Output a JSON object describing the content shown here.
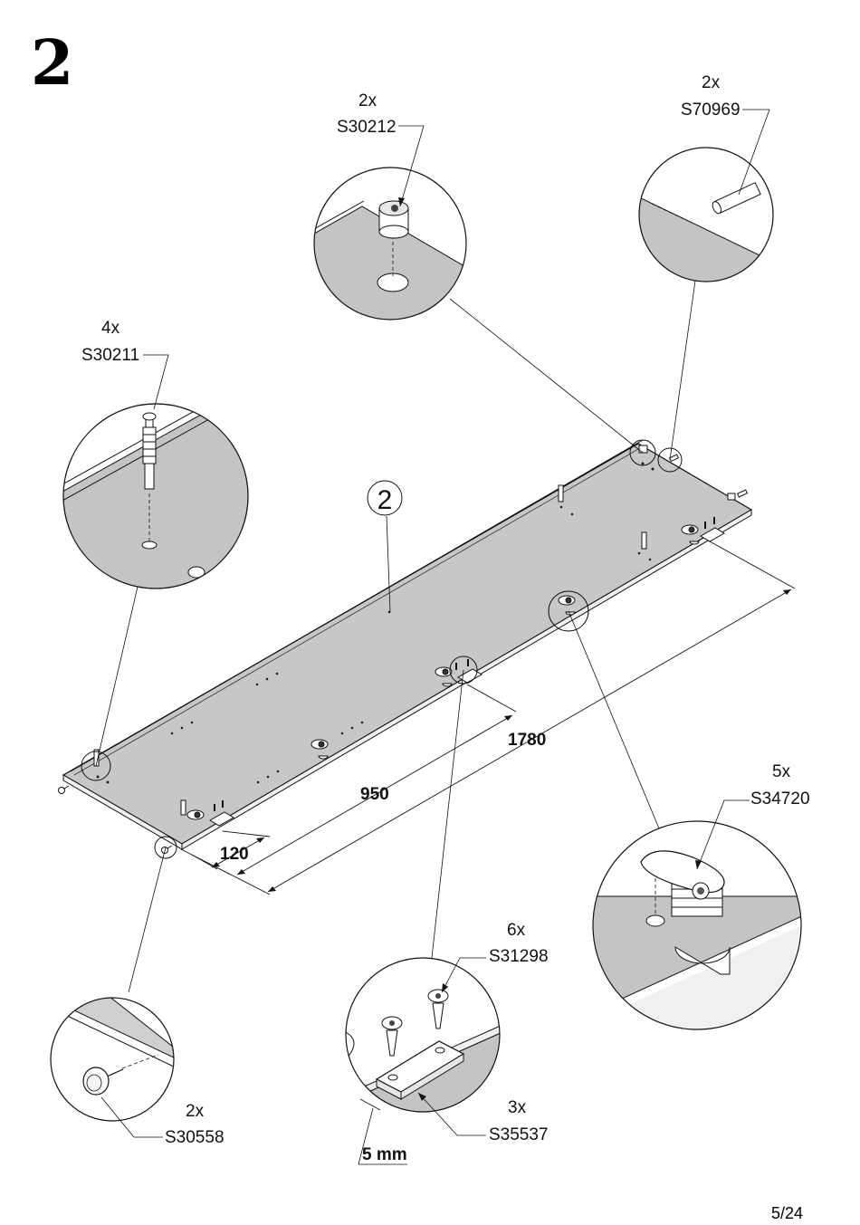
{
  "step": {
    "number": "2"
  },
  "page": {
    "number": "5/24"
  },
  "panel": {
    "label": "2"
  },
  "callouts": [
    {
      "qty": "2x",
      "code": "S30212",
      "part": "cam-lock-housing"
    },
    {
      "qty": "2x",
      "code": "S70969",
      "part": "wooden-dowel"
    },
    {
      "qty": "4x",
      "code": "S30211",
      "part": "cam-bolt"
    },
    {
      "qty": "5x",
      "code": "S34720",
      "part": "shelf-support-cam"
    },
    {
      "qty": "6x",
      "code": "S31298",
      "part": "wood-screw"
    },
    {
      "qty": "3x",
      "code": "S35537",
      "part": "connector-plate"
    },
    {
      "qty": "2x",
      "code": "S30558",
      "part": "glide-nail"
    }
  ],
  "dimensions": {
    "d120": "120",
    "d950": "950",
    "d1780": "1780",
    "gap": "5 mm"
  },
  "colors": {
    "panel_fill": "#c7c7c7",
    "panel_edge": "#f2f2f2",
    "line": "#111111",
    "detail_fill": "#c4c4c4"
  }
}
